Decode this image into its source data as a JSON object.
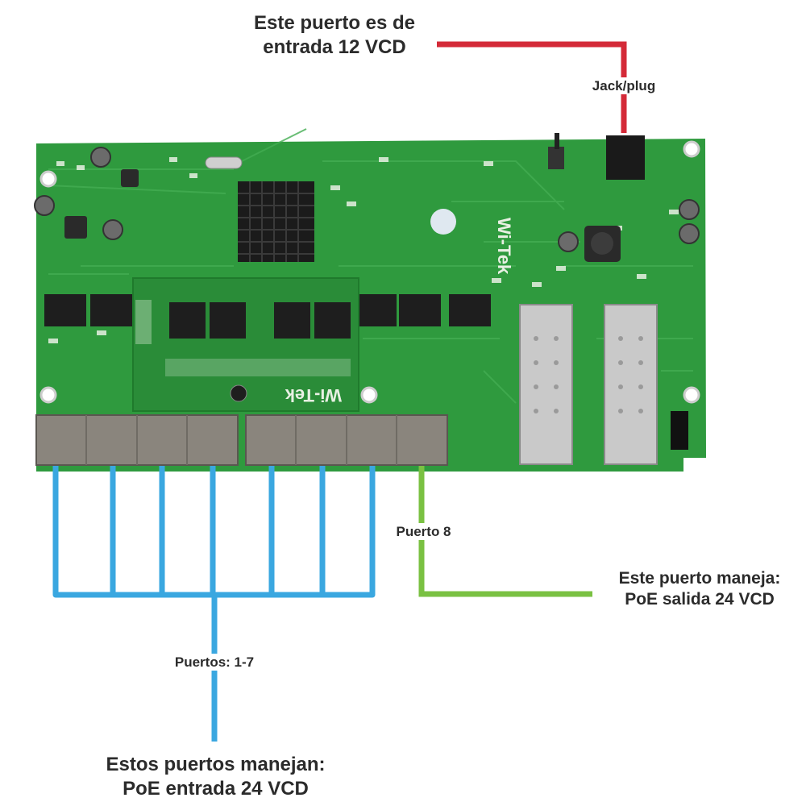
{
  "colors": {
    "pcb": "#2f9a3e",
    "pcb_dark": "#1f7a2c",
    "trace": "#43ad52",
    "silkscreen": "#e8f0e3",
    "heatsink": "#1b1b1b",
    "rj45": "#8a857d",
    "rj45_dark": "#5a5650",
    "sfp": "#c9c9c9",
    "wire_red": "#d42a38",
    "wire_blue": "#3aa7e0",
    "wire_green": "#7ac142",
    "text": "#2b2b2b"
  },
  "labels": {
    "input_title": "Este puerto es de\nentrada 12 VCD",
    "jack": "Jack/plug",
    "port8": "Puerto 8",
    "output_title": "Este puerto maneja:\nPoE salida 24 VCD",
    "ports_1_7": "Puertos: 1-7",
    "ports_title": "Estos puertos manejan:\nPoE entrada 24 VCD"
  },
  "board": {
    "brand": "Wi-Tek",
    "ports": [
      "1",
      "2",
      "3",
      "4",
      "5",
      "6",
      "7",
      "8"
    ],
    "power_input_port": "DC jack"
  },
  "icons": {
    "heatsink": "heatsink-icon",
    "power_jack": "power-jack-icon",
    "sfp_cage": "sfp-cage-icon",
    "rj45_block": "rj45-block-icon",
    "inductor": "inductor-icon",
    "capacitor": "capacitor-icon"
  }
}
